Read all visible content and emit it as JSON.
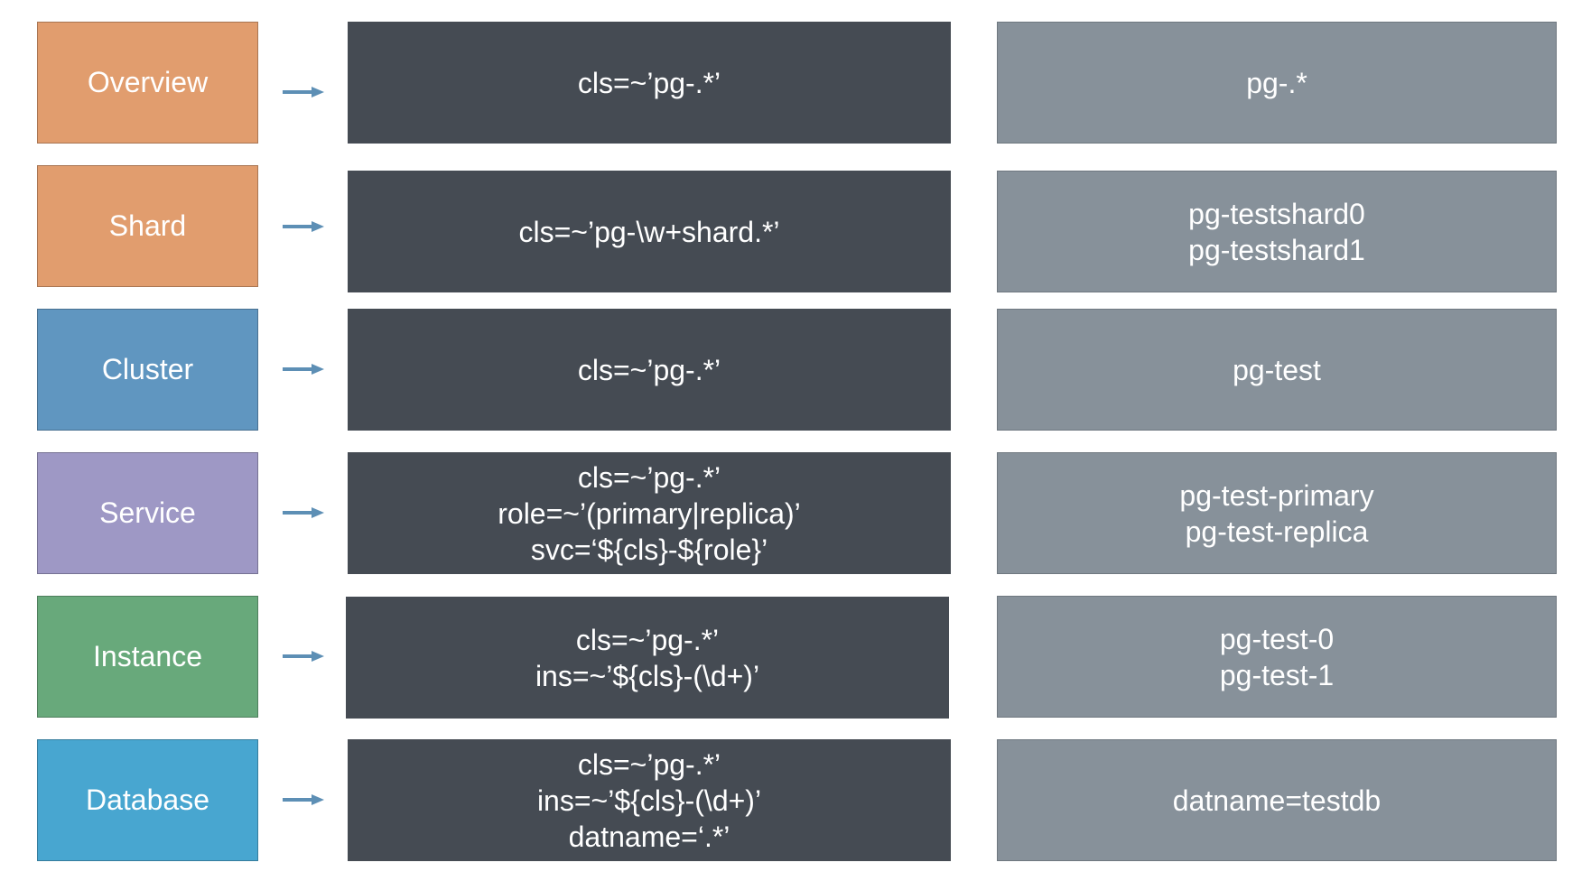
{
  "rows": [
    {
      "level": "Overview",
      "level_color": "#e19d6e",
      "patterns": [
        "cls=~’pg-.*’"
      ],
      "results": [
        "pg-.*"
      ]
    },
    {
      "level": "Shard",
      "level_color": "#e19d6e",
      "patterns": [
        "cls=~’pg-\\w+shard.*’"
      ],
      "results": [
        "pg-testshard0",
        "pg-testshard1"
      ]
    },
    {
      "level": "Cluster",
      "level_color": "#6096c0",
      "patterns": [
        "cls=~’pg-.*’"
      ],
      "results": [
        "pg-test"
      ]
    },
    {
      "level": "Service",
      "level_color": "#9e98c5",
      "patterns": [
        "cls=~’pg-.*’",
        "role=~’(primary|replica)’",
        "svc=‘${cls}-${role}’"
      ],
      "results": [
        "pg-test-primary",
        "pg-test-replica"
      ]
    },
    {
      "level": "Instance",
      "level_color": "#68a97b",
      "patterns": [
        "cls=~’pg-.*’",
        "ins=~’${cls}-(\\d+)’"
      ],
      "results": [
        "pg-test-0",
        "pg-test-1"
      ]
    },
    {
      "level": "Database",
      "level_color": "#48a6d0",
      "patterns": [
        "cls=~’pg-.*’",
        "ins=~’${cls}-(\\d+)’",
        "datname=‘.*’"
      ],
      "results": [
        "datname=testdb"
      ]
    }
  ],
  "colors": {
    "pattern_box": "#454b53",
    "result_box": "#87919a",
    "arrow": "#5d8fb5"
  }
}
